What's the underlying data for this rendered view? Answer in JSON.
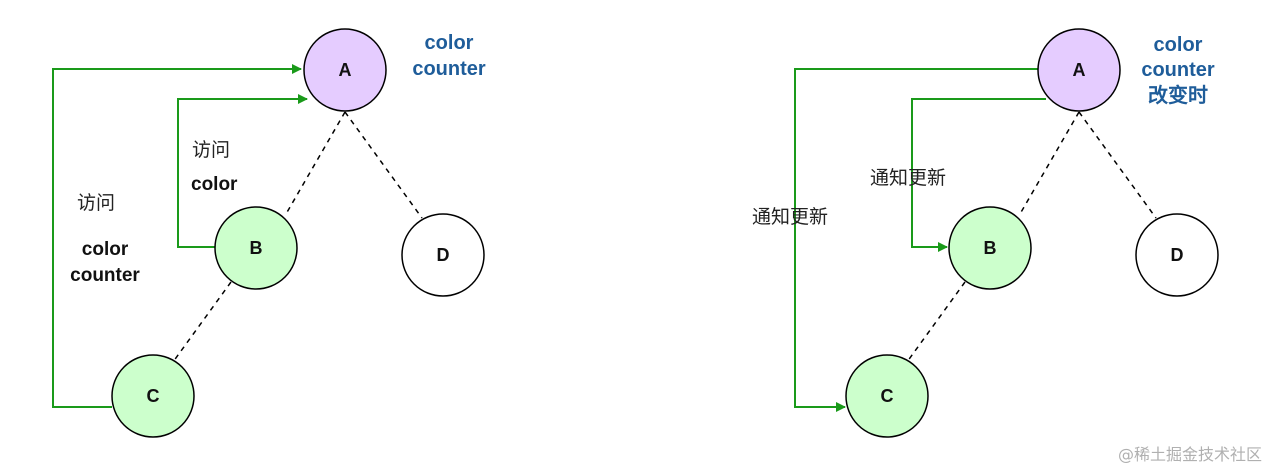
{
  "colors": {
    "node_a_fill": "#e5ccff",
    "node_green_fill": "#ccffcc",
    "node_white_fill": "#ffffff",
    "arrow": "#1a9a1a",
    "dashed": "#000000",
    "blue_text": "#1f5d9a"
  },
  "left": {
    "nodes": {
      "a": "A",
      "b": "B",
      "c": "C",
      "d": "D"
    },
    "a_note": [
      "color",
      "counter"
    ],
    "b_note": {
      "line1": "访问",
      "line2": "color"
    },
    "c_note": {
      "line1": "访问",
      "line2": "color",
      "line3": "counter"
    }
  },
  "right": {
    "nodes": {
      "a": "A",
      "b": "B",
      "c": "C",
      "d": "D"
    },
    "a_note": [
      "color",
      "counter",
      "改变时"
    ],
    "b_note": "通知更新",
    "c_note": "通知更新"
  },
  "watermark": "@稀土掘金技术社区"
}
